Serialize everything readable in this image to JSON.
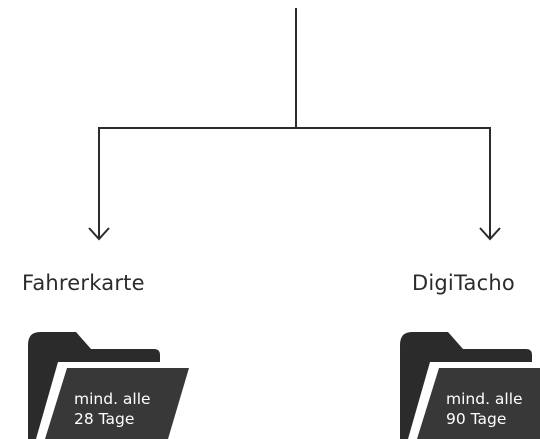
{
  "nodes": [
    {
      "label": "Fahrerkarte",
      "folder": {
        "line1": "mind. alle",
        "line2": "28 Tage"
      }
    },
    {
      "label": "DigiTacho",
      "folder": {
        "line1": "mind. alle",
        "line2": "90 Tage"
      }
    }
  ],
  "colors": {
    "line": "#2b2b2b",
    "folder_back": "#2b2b2b",
    "folder_front": "#383838",
    "folder_text": "#ffffff"
  },
  "icons": [
    "folder-icon",
    "arrow-down-icon"
  ]
}
